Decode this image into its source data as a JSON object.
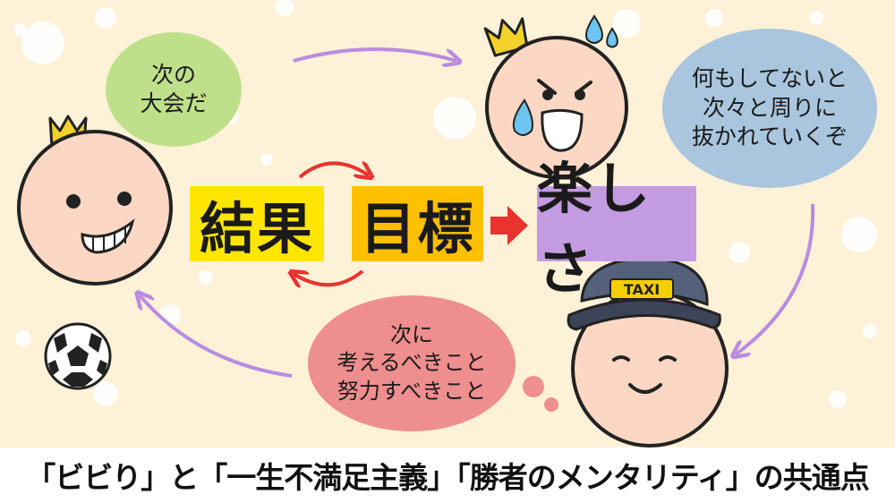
{
  "bubbles": {
    "goal_lines": [
      "次の",
      "大会だ"
    ],
    "warn_lines": [
      "何もしてないと",
      "次々と周りに",
      "抜かれていくぞ"
    ],
    "next_lines": [
      "次に",
      "考えるべきこと",
      "努力すべきこと"
    ]
  },
  "keywords": {
    "result": "結果",
    "goal": "目標",
    "fun": "楽しさ"
  },
  "taxi_sign": "TAXI",
  "footer": "「ビビり」と「一生不満足主義」「勝者のメンタリティ」の共通点",
  "colors": {
    "background": "#fdf1d8",
    "face": "#fcd8c4",
    "crown": "#f2d22a",
    "bubble_goal": "#bfe08a",
    "bubble_warn": "#a9c6de",
    "bubble_next": "#ef8e8e",
    "keyword_result": "#ffe600",
    "keyword_goal": "#ffc000",
    "keyword_fun": "#c39be0",
    "flow_arrow": "#b98ce0",
    "cycle_arrow": "#e8332e"
  },
  "icons": [
    "crown-icon",
    "sweat-drop-icon",
    "soccer-ball-icon",
    "taxi-cap-icon",
    "thought-dots-icon"
  ]
}
